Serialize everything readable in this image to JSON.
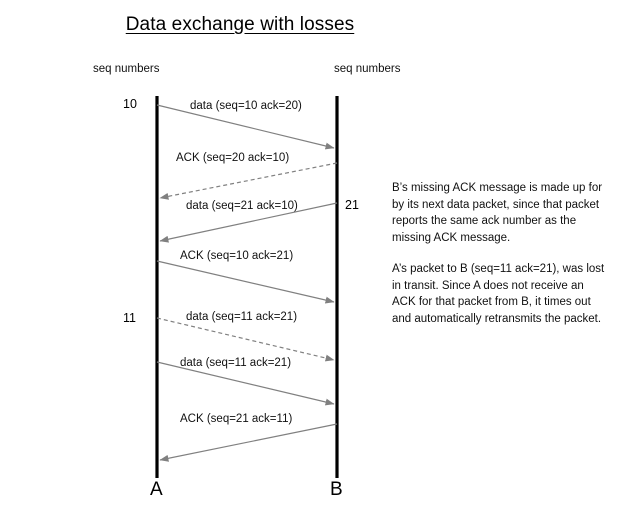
{
  "title": "Data exchange with losses",
  "lifelines": [
    {
      "id": "a",
      "name": "A",
      "header": "seq numbers"
    },
    {
      "id": "b",
      "name": "B",
      "header": "seq numbers"
    }
  ],
  "seq_markers": [
    {
      "side": "A",
      "value": "10"
    },
    {
      "side": "A",
      "value": "11"
    },
    {
      "side": "B",
      "value": "21"
    }
  ],
  "messages": [
    {
      "label": "data (seq=10 ack=20)",
      "from": "A",
      "to": "B",
      "style": "solid",
      "lost": false
    },
    {
      "label": "ACK (seq=20 ack=10)",
      "from": "B",
      "to": "A",
      "style": "dashed",
      "lost": true
    },
    {
      "label": "data (seq=21 ack=10)",
      "from": "B",
      "to": "A",
      "style": "solid",
      "lost": false
    },
    {
      "label": "ACK (seq=10 ack=21)",
      "from": "A",
      "to": "B",
      "style": "solid",
      "lost": false
    },
    {
      "label": "data (seq=11 ack=21)",
      "from": "A",
      "to": "B",
      "style": "dashed",
      "lost": true
    },
    {
      "label": "data (seq=11 ack=21)",
      "from": "A",
      "to": "B",
      "style": "solid",
      "lost": false
    },
    {
      "label": "ACK (seq=21 ack=11)",
      "from": "B",
      "to": "A",
      "style": "solid",
      "lost": false
    }
  ],
  "notes": [
    "B’s missing ACK message is made up for by its next data packet, since that packet reports the same ack number as the missing ACK message.",
    "A’s packet to B (seq=11 ack=21), was lost in transit. Since A does not receive an ACK for that packet from B, it times out and automatically retransmits the packet."
  ],
  "colors": {
    "lifeline": "#000000",
    "arrow": "#808080",
    "text": "#111111",
    "background": "#ffffff"
  }
}
